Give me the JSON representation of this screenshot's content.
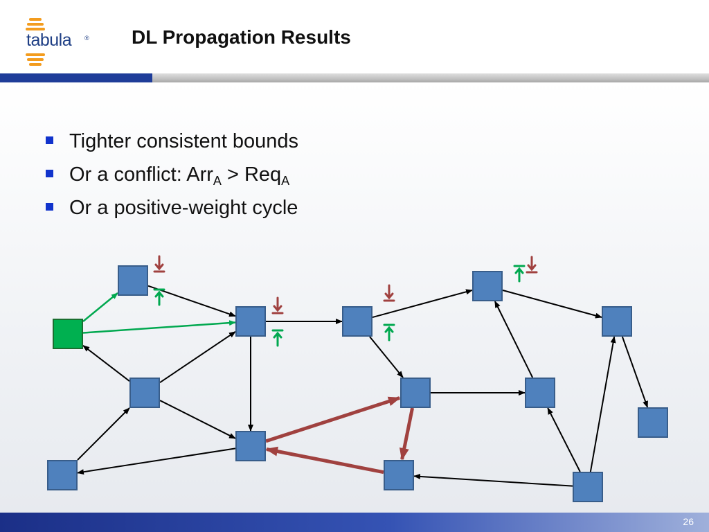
{
  "header": {
    "logo_text": "tabula",
    "logo_mark": "®",
    "title": "DL Propagation Results"
  },
  "bullets": [
    {
      "text": "Tighter consistent bounds"
    },
    {
      "text": "Or a conflict: Arr",
      "sub1": "A",
      "mid": " > Req",
      "sub2": "A"
    },
    {
      "text": "Or a positive-weight cycle"
    }
  ],
  "diagram": {
    "colors": {
      "node_fill": "#4f81bd",
      "node_stroke": "#385d8a",
      "source_fill": "#00b050",
      "edge": "#000000",
      "propagation_edge": "#00a84f",
      "cycle_edge": "#a0413f",
      "down_marker": "#a0413f",
      "up_marker": "#00a84f"
    },
    "icon_names": [
      "down-arrow-icon",
      "up-arrow-icon"
    ]
  },
  "footer": {
    "page_number": "26"
  }
}
